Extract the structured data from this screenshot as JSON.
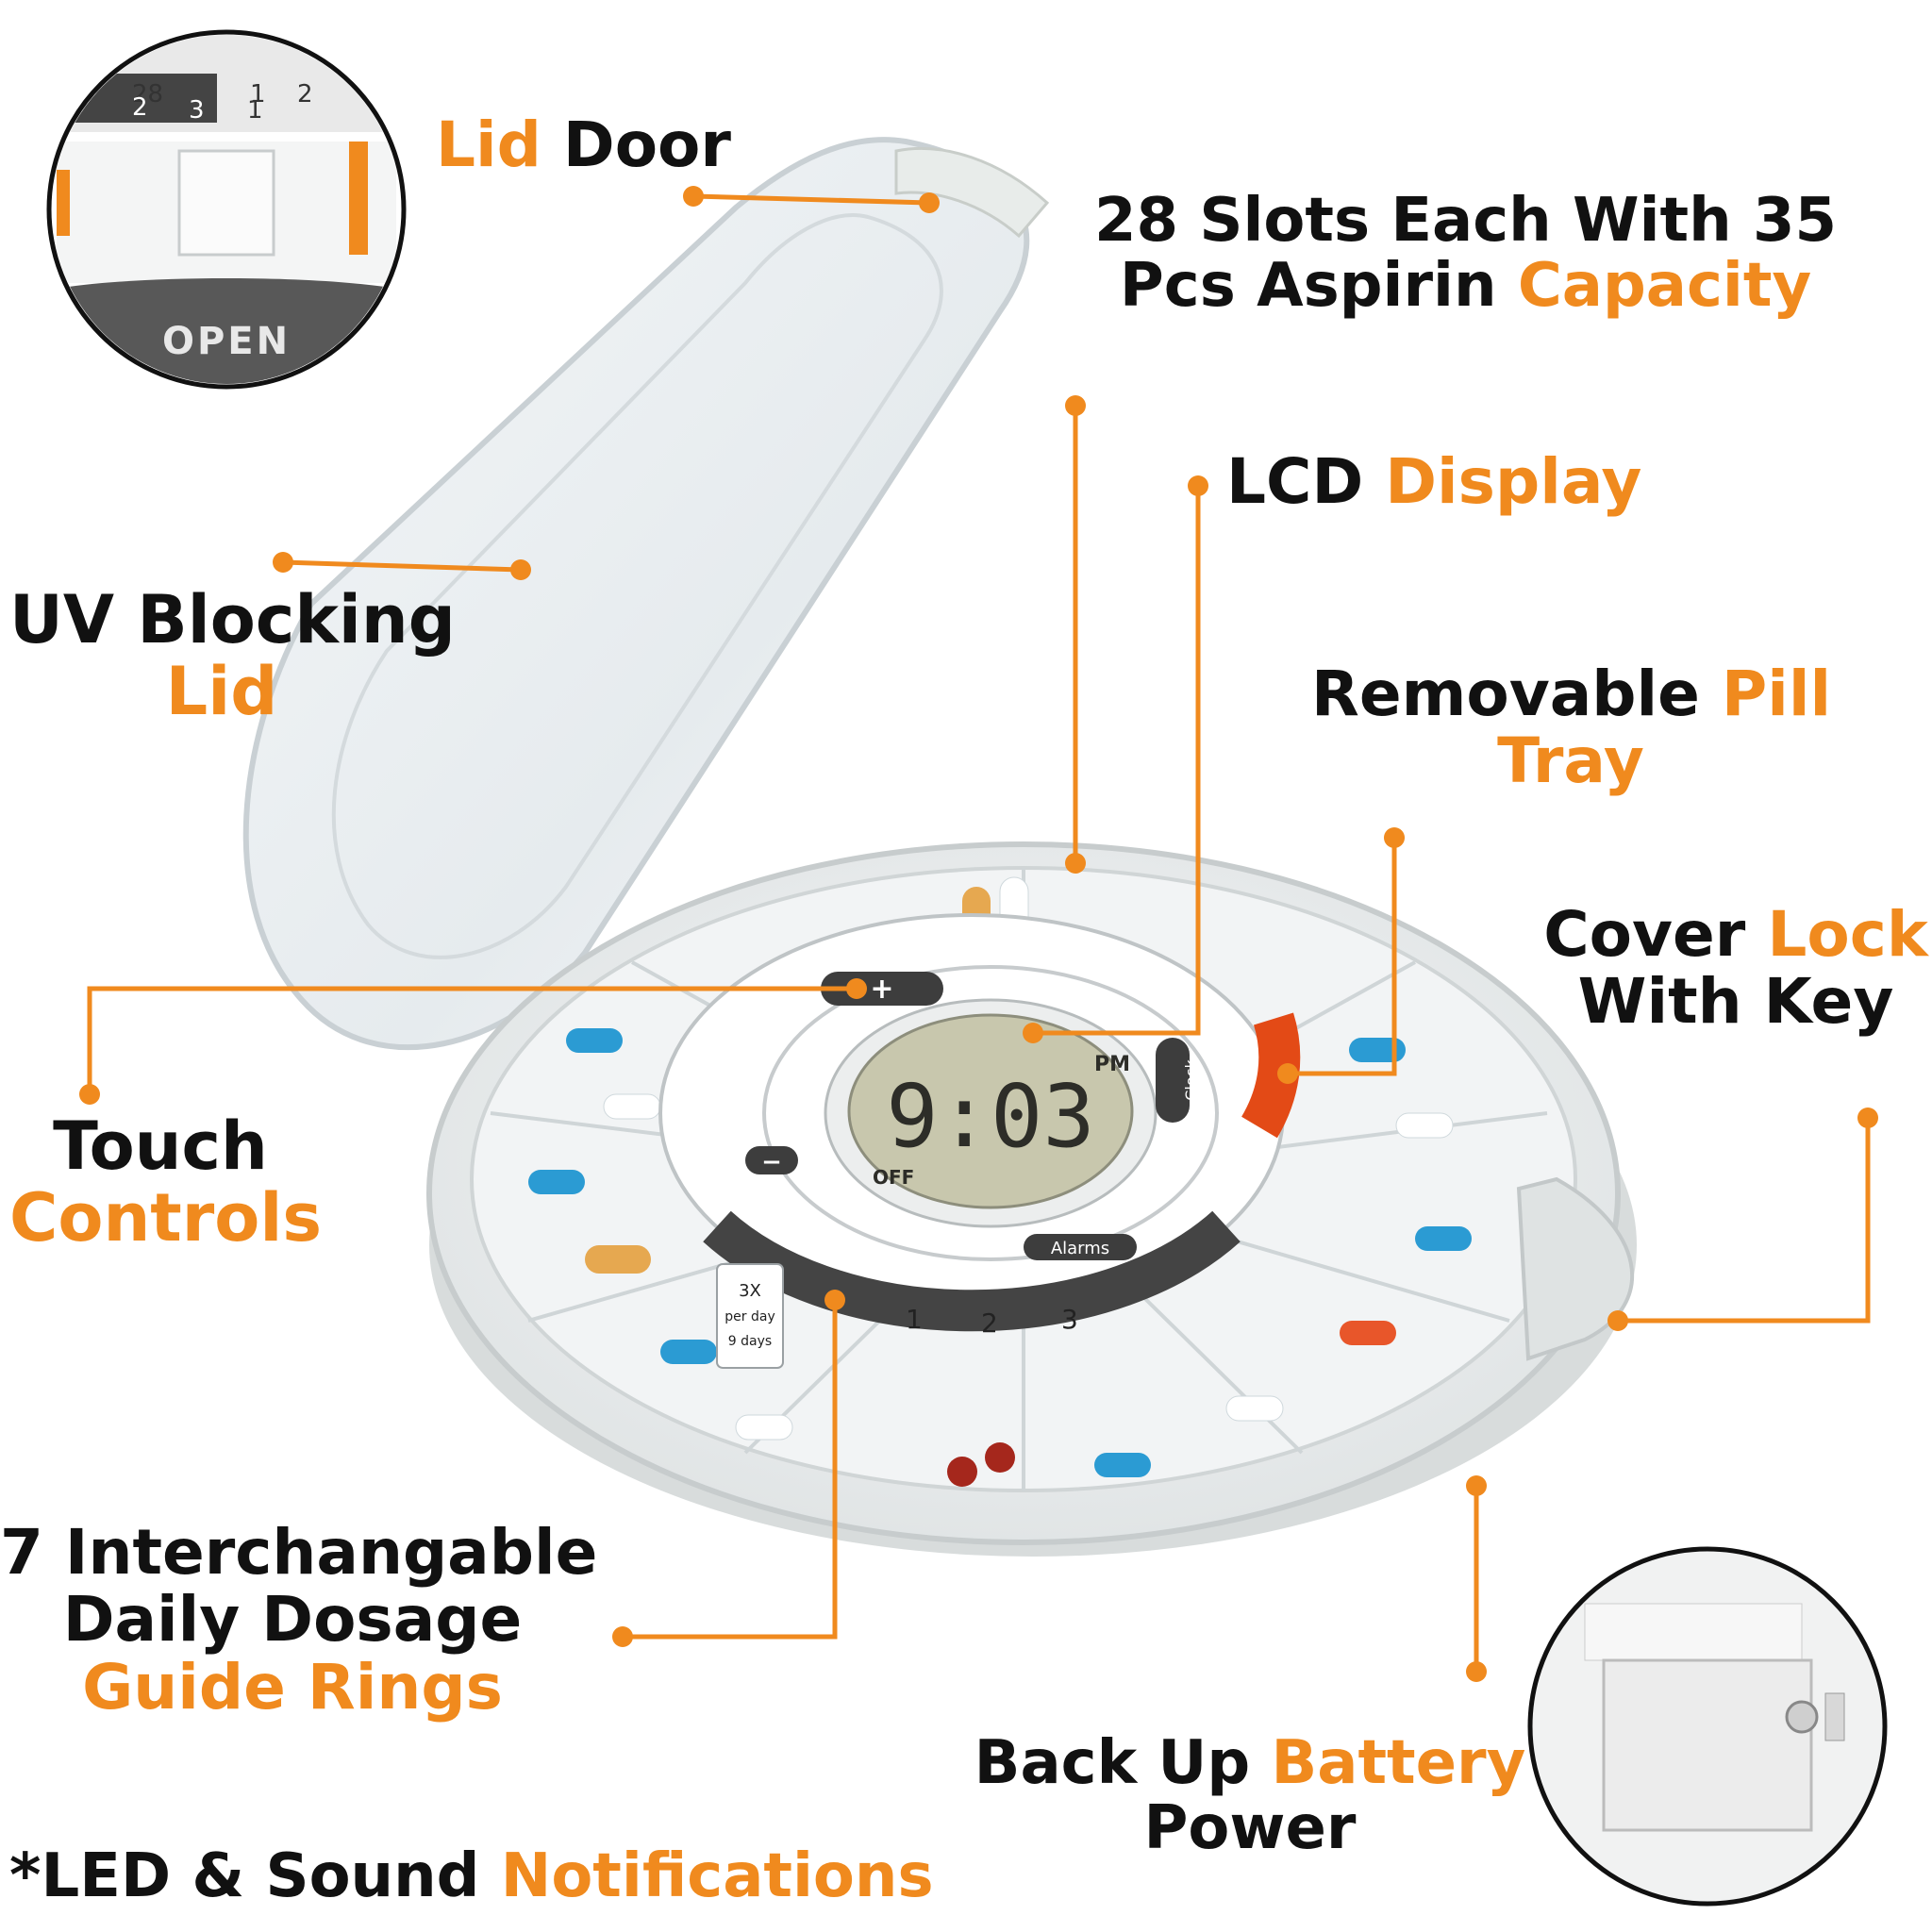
{
  "colors": {
    "accent": "#f08a1e",
    "text": "#111111",
    "device_body": "#eef0f0",
    "lcd": "#c8c7ad",
    "ring_dark": "#444444",
    "ring_red": "#e34a16"
  },
  "labels": {
    "lid_door": {
      "w1": "Lid",
      "w2": "Door"
    },
    "slots": {
      "line1": "28 Slots Each With 35",
      "line2a": "Pcs Aspirin",
      "line2b": "Capacity"
    },
    "lcd": {
      "w1": "LCD",
      "w2": "Display"
    },
    "uv": {
      "line1": "UV Blocking",
      "line2": "Lid"
    },
    "tray": {
      "line1a": "Removable",
      "line1b": "Pill",
      "line2": "Tray"
    },
    "lock": {
      "line1a": "Cover",
      "line1b": "Lock",
      "line2": "With Key"
    },
    "touch": {
      "line1": "Touch",
      "line2": "Controls"
    },
    "rings": {
      "line1": "7 Interchangable",
      "line2": "Daily Dosage",
      "line3": "Guide Rings"
    },
    "battery": {
      "line1a": "Back Up",
      "line1b": "Battery",
      "line2": "Power"
    },
    "notifications": {
      "w1": "*LED & Sound",
      "w2": "Notifications"
    }
  },
  "device": {
    "lcd_time": "9:03",
    "lcd_ampm": "PM",
    "lcd_status": "OFF",
    "open_label": "OPEN",
    "clock_button": "Clock",
    "alarms_button": "Alarms",
    "plus_button": "+",
    "minus_button": "−",
    "ring_numbers_bottom": [
      "1",
      "2",
      "3"
    ],
    "dosage_tag": {
      "line1": "3X",
      "line2": "per day",
      "line3": "9 days"
    },
    "inset_dial_numbers": [
      "28",
      "1",
      "2",
      "3",
      "1",
      "2"
    ]
  }
}
